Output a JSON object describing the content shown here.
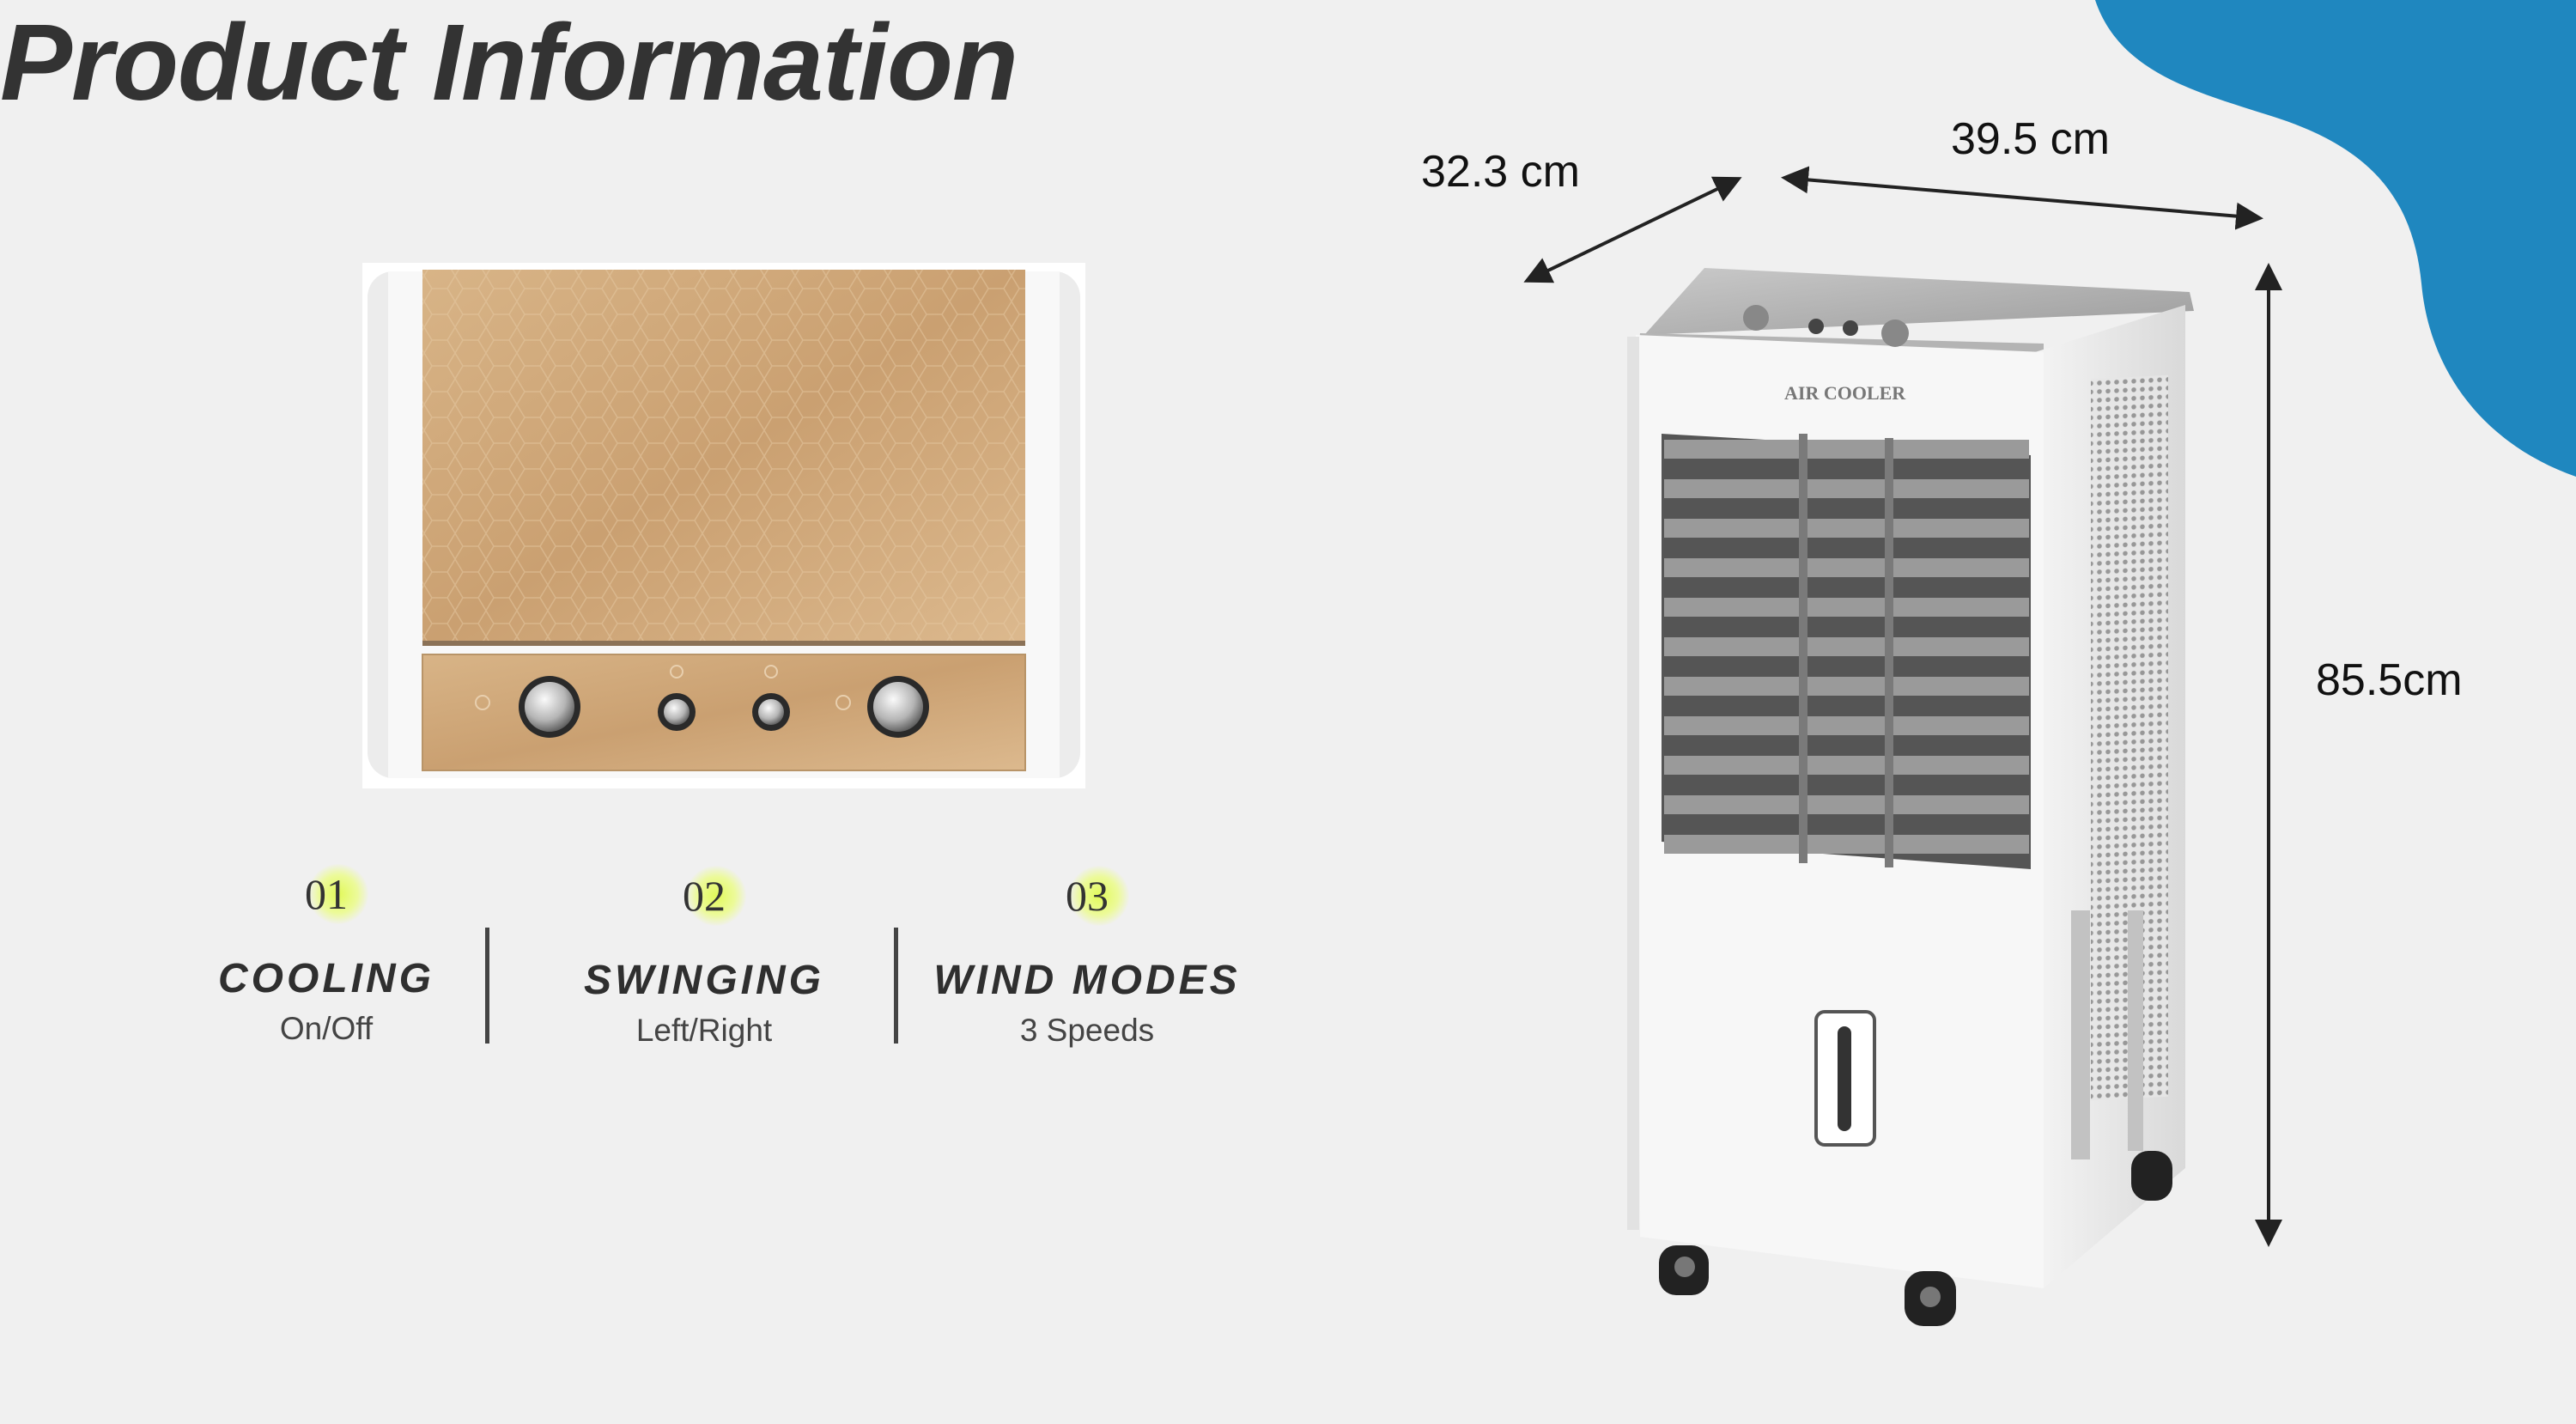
{
  "title": "Product Information",
  "features": [
    {
      "number": "01",
      "title": "COOLING",
      "subtitle": "On/Off"
    },
    {
      "number": "02",
      "title": "SWINGING",
      "subtitle": "Left/Right"
    },
    {
      "number": "03",
      "title": "WIND MODES",
      "subtitle": "3 Speeds"
    }
  ],
  "dimensions": {
    "depth": "32.3 cm",
    "width": "39.5 cm",
    "height": "85.5cm"
  },
  "product_label": "AIR COOLER",
  "colors": {
    "accent_blue": "#1f87bf",
    "highlight": "#e2f95a",
    "panel_gold": "#d9b48a",
    "background": "#f0f0f0"
  }
}
